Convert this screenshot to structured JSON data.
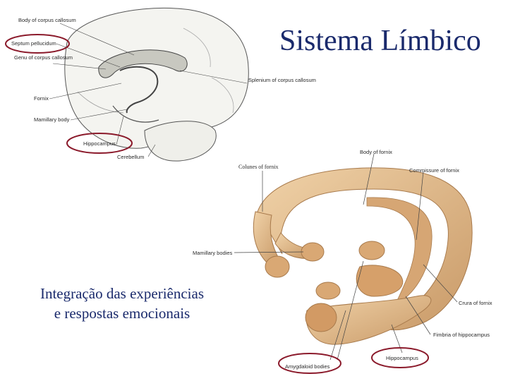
{
  "slide": {
    "title": "Sistema Límbico",
    "subtitle_lines": [
      "Integração das experiências",
      "e respostas emocionais"
    ]
  },
  "brain_diagram": {
    "labels": {
      "body_of_corpus_callosum": "Body of corpus callosum",
      "septum_pellucidum": "Septum pellucidum",
      "genu_of_corpus_callosum": "Genu of corpus callosum",
      "fornix": "Fornix",
      "mamillary_body": "Mamillary body",
      "hippocampus": "Hippocampus",
      "cerebellum": "Cerebellum",
      "splenium_of_corpus_callosum": "Splenium of corpus callosum"
    }
  },
  "fornix_diagram": {
    "labels": {
      "body_of_fornix": "Body of fornix",
      "columns_of_fornix": "Colunes of fornix",
      "commissure_of_fornix": "Commissure of fornix",
      "mamillary_bodies": "Mamillary bodies",
      "crura_of_fornix": "Crura of fornix",
      "fimbria_of_hippocampus": "Fimbria of hippocampus",
      "hippocampus": "Hippocampus",
      "amygdaloid_bodies": "Amygdaloid bodies"
    }
  },
  "colors": {
    "title_text": "#1a2a6c",
    "highlight_ellipse": "#8b1a2b",
    "tissue": "#e2b98a",
    "tissue_dark": "#b8895a"
  }
}
